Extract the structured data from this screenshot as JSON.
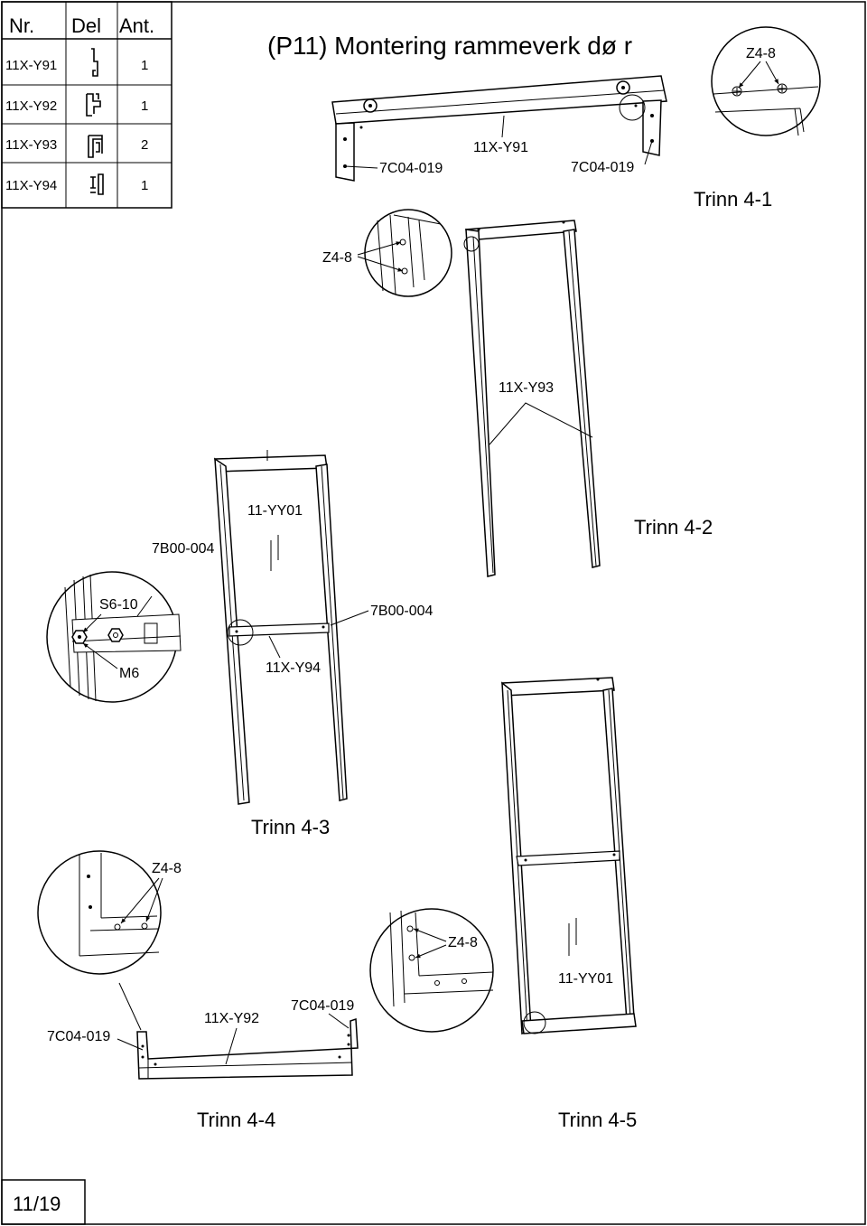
{
  "title": "(P11) Montering rammeverk dø r",
  "parts_table": {
    "headers": [
      "Nr.",
      "Del",
      "Ant."
    ],
    "rows": [
      {
        "nr": "11X-Y91",
        "icon": "profile-y91-icon",
        "qty": "1"
      },
      {
        "nr": "11X-Y92",
        "icon": "profile-y92-icon",
        "qty": "1"
      },
      {
        "nr": "11X-Y93",
        "icon": "profile-y93-icon",
        "qty": "2"
      },
      {
        "nr": "11X-Y94",
        "icon": "profile-y94-icon",
        "qty": "1"
      }
    ]
  },
  "labels": {
    "z48": "Z4-8",
    "c7": "7C04-019",
    "y91": "11X-Y91",
    "y92": "11X-Y92",
    "y93": "11X-Y93",
    "y94": "11X-Y94",
    "yy01": "11-YY01",
    "b7": "7B00-004",
    "s610": "S6-10",
    "m6": "M6"
  },
  "steps": {
    "s1": "Trinn 4-1",
    "s2": "Trinn 4-2",
    "s3": "Trinn 4-3",
    "s4": "Trinn 4-4",
    "s5": "Trinn 4-5"
  },
  "page_number": "11/19"
}
